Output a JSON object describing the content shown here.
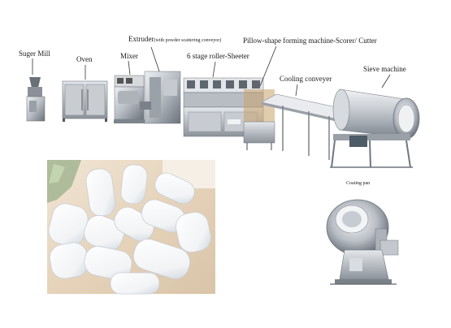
{
  "labels": {
    "sugar_mill": "Suger Mill",
    "oven": "Oven",
    "mixer": "Mixer",
    "extruder": "Extruder",
    "extruder_note": "(with powder scattering conveyor)",
    "sheeter": "6 stage roller-Sheeter",
    "forming": "Pillow-shape forming machine-Scorer/ Cutter",
    "cooling": "Cooling conveyer",
    "sieve": "Sieve machine",
    "coating": "Coating pan"
  },
  "colors": {
    "steel_light": "#d9dde2",
    "steel_mid": "#a9afb7",
    "steel_dark": "#5f666f",
    "gum_white": "#f7f8f9",
    "gum_shadow": "#d8dde3",
    "photo_bg": "#e9d9c4"
  }
}
